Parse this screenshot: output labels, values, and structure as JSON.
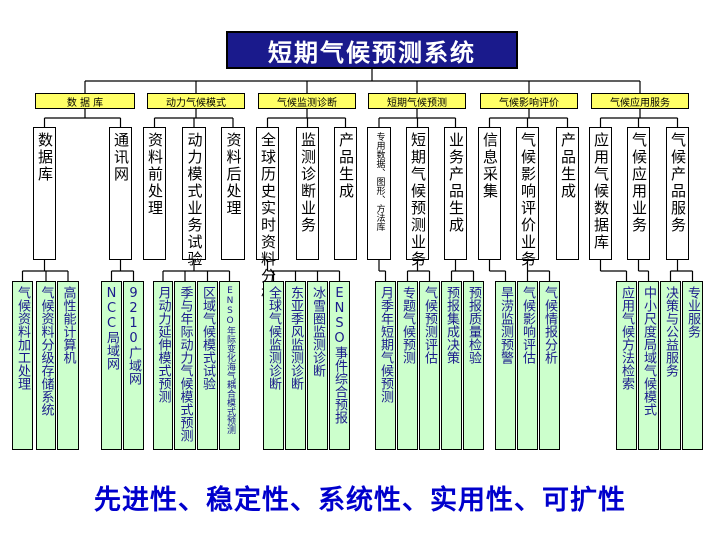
{
  "title": "短期气候预测系统",
  "categories": [
    {
      "label": "数  据  库",
      "children": [
        {
          "label": "数据库",
          "children": [
            "气候资料加工处理",
            "气候资料分级存储系统",
            "高性能计算机"
          ]
        },
        {
          "label": "通讯网",
          "children": [
            "NCC局域网",
            "9210广域网"
          ]
        }
      ]
    },
    {
      "label": "动力气候模式",
      "children": [
        {
          "label": "资料前处理",
          "children": []
        },
        {
          "label": "动力模式业务试验",
          "children": [
            "月动力延伸模式预测",
            "季与年际动力气候模式预测",
            "区域气候模式试验",
            "ENSO年际变化海气耦合模式预测"
          ]
        },
        {
          "label": "资料后处理",
          "children": []
        }
      ]
    },
    {
      "label": "气候监测诊断",
      "children": [
        {
          "label": "全球历史实时资料分析",
          "children": [
            "全球气候监测诊断",
            "东亚季风监测诊断",
            "冰雪圈监测诊断",
            "ENSO事件综合预报"
          ]
        },
        {
          "label": "监测诊断业务",
          "children": []
        },
        {
          "label": "产品生成",
          "children": []
        }
      ]
    },
    {
      "label": "短期气候预测",
      "children": [
        {
          "label": "专用数据、图形、方法库",
          "children": [
            "月季年短期气候预测"
          ]
        },
        {
          "label": "短期气候预测业务",
          "children": [
            "专题气候预测",
            "气候预测评估"
          ]
        },
        {
          "label": "业务产品生成",
          "children": [
            "预报集成决策",
            "预报质量检验"
          ]
        }
      ]
    },
    {
      "label": "气候影响评价",
      "children": [
        {
          "label": "信息采集",
          "children": [
            "旱涝监测预警"
          ]
        },
        {
          "label": "气候影响评价业务",
          "children": [
            "气候影响评估",
            "气候情报分析"
          ]
        },
        {
          "label": "产品生成",
          "children": []
        }
      ]
    },
    {
      "label": "气候应用服务",
      "children": [
        {
          "label": "应用气候数据库",
          "children": [
            "应用气候方法检索"
          ]
        },
        {
          "label": "气候应用业务",
          "children": [
            "中小尺度局域气候模式"
          ]
        },
        {
          "label": "气候产品服务",
          "children": [
            "决策与公益服务",
            "专业服务"
          ]
        }
      ]
    }
  ],
  "slogan": "先进性、稳定性、系统性、实用性、可扩性",
  "colors": {
    "title_bg": "#1a1a8c",
    "title_text": "#ffffff",
    "category_bg": "#ffff66",
    "leaf_bg": "#ccffcc",
    "leaf_text": "#1a1a8c",
    "slogan_text": "#0000cc"
  }
}
